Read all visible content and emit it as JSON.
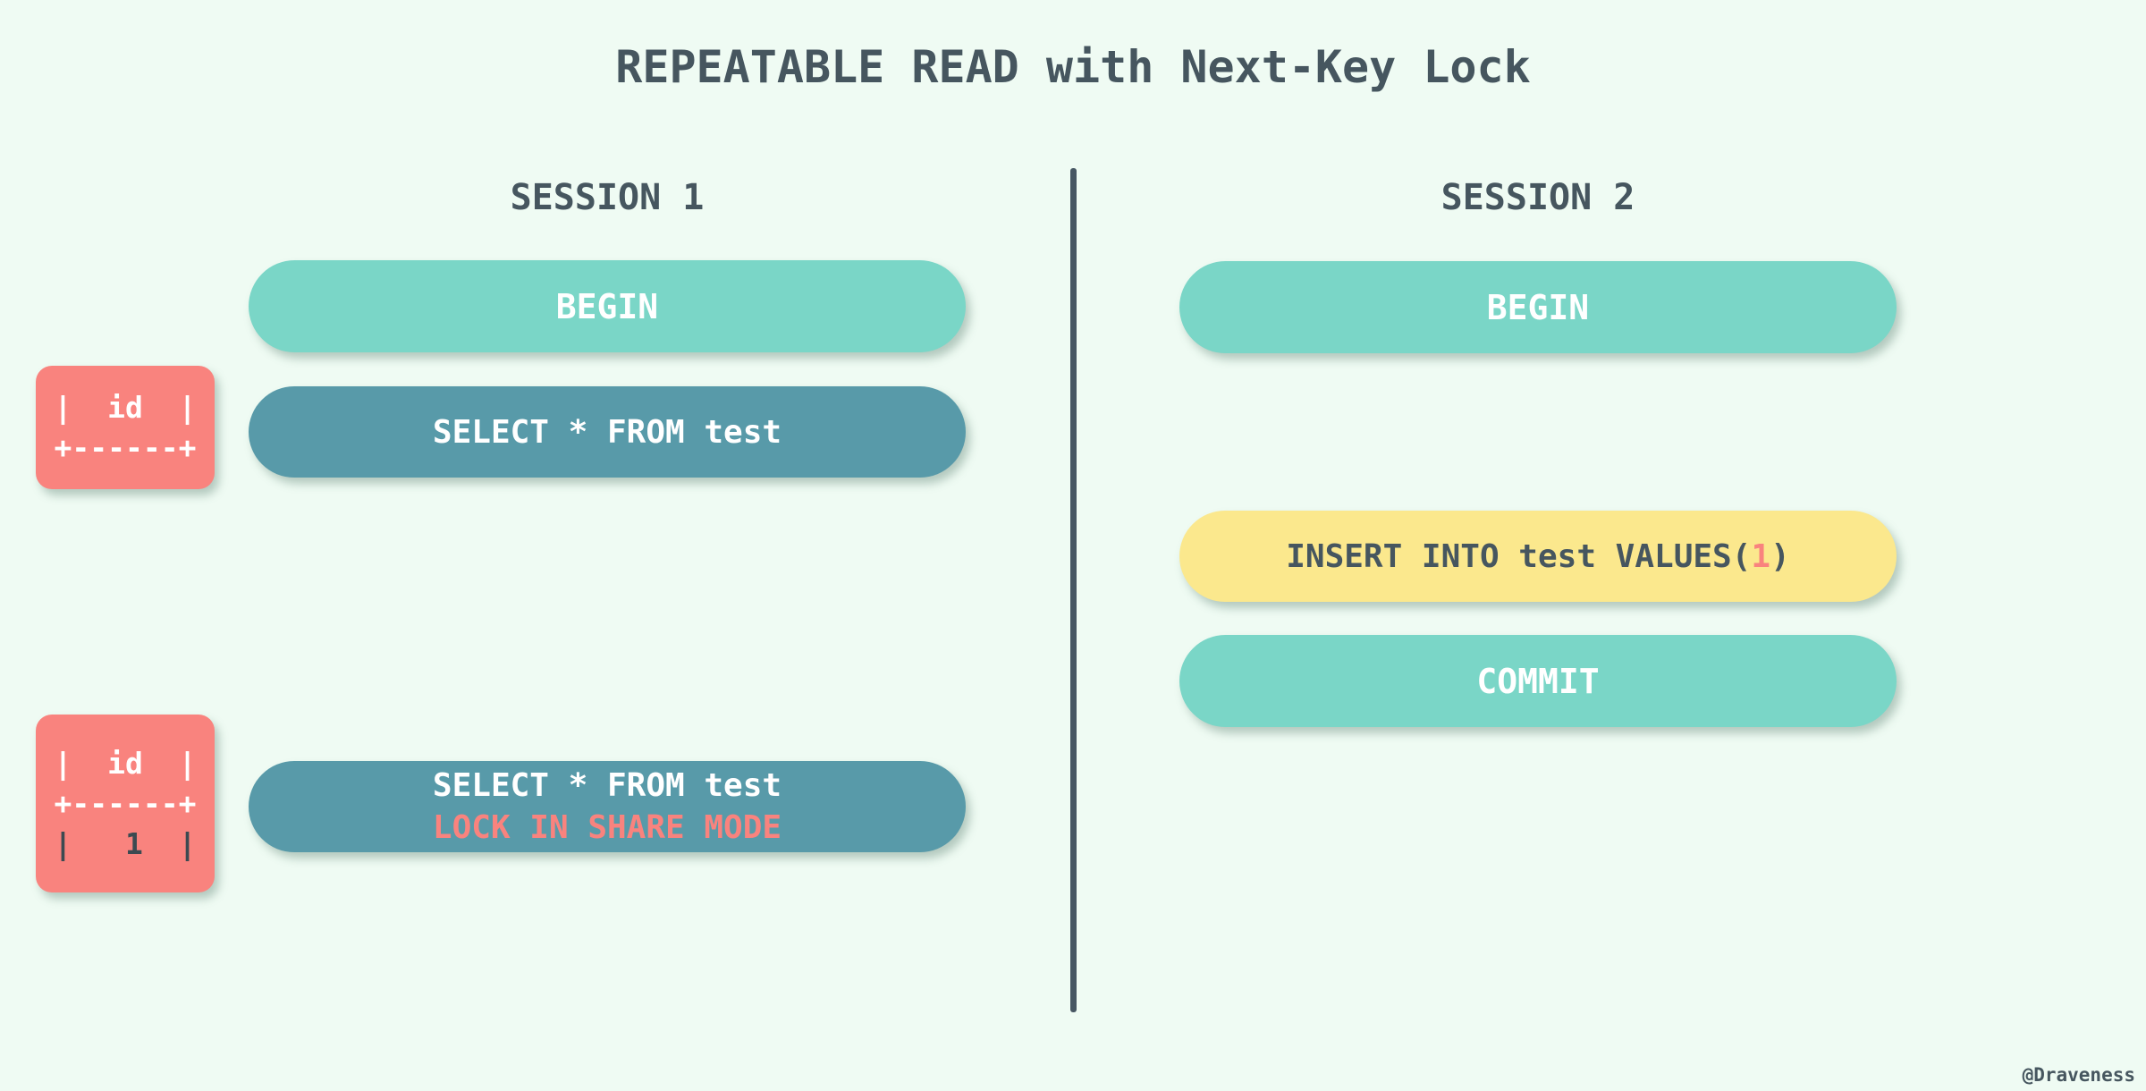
{
  "page": {
    "title": "REPEATABLE READ with Next-Key Lock",
    "credit": "@Draveness"
  },
  "colors": {
    "background": "#effbf3",
    "teal": "#7ad6c7",
    "dark_teal": "#589aa9",
    "salmon": "#f9837e",
    "yellow": "#fbe88d",
    "slate": "#46565f",
    "dark_value": "#3c4a51",
    "white": "#ffffff"
  },
  "session1": {
    "header": "SESSION 1",
    "steps": {
      "begin": {
        "label": "BEGIN"
      },
      "select": {
        "label": "SELECT * FROM test"
      },
      "select_lock": {
        "line1": "SELECT * FROM test",
        "line2": "LOCK IN SHARE MODE"
      }
    },
    "results": {
      "empty_table": {
        "lines": [
          "|  id  |",
          "+------+"
        ]
      },
      "row_table": {
        "lines": [
          "|  id  |",
          "+------+",
          "|   1  |"
        ]
      }
    }
  },
  "session2": {
    "header": "SESSION 2",
    "steps": {
      "begin": {
        "label": "BEGIN"
      },
      "insert": {
        "prefix": "INSERT INTO test VALUES(",
        "value": "1",
        "suffix": ")"
      },
      "commit": {
        "label": "COMMIT"
      }
    }
  }
}
